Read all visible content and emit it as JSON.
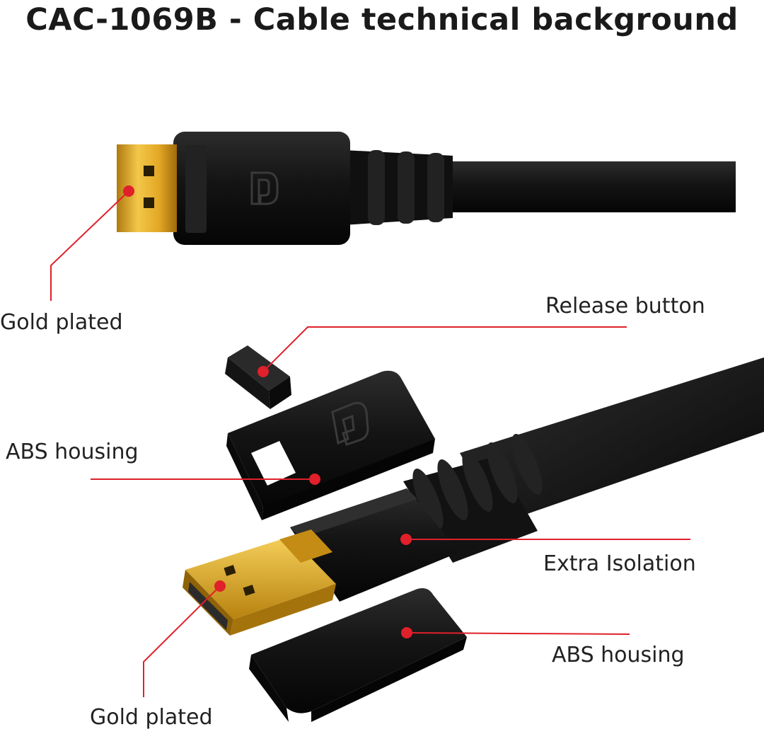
{
  "title": "CAC-1069B - Cable technical background",
  "colors": {
    "callout": "#e0202a",
    "gold": "#d9a21e",
    "cable": "#151515"
  },
  "callouts": {
    "gold_plated_top": "Gold plated",
    "release_button": "Release button",
    "abs_housing_top": "ABS housing",
    "extra_isolation": "Extra Isolation",
    "abs_housing_bottom": "ABS housing",
    "gold_plated_bottom": "Gold plated"
  },
  "icons": [
    "displayport-logo-icon"
  ]
}
